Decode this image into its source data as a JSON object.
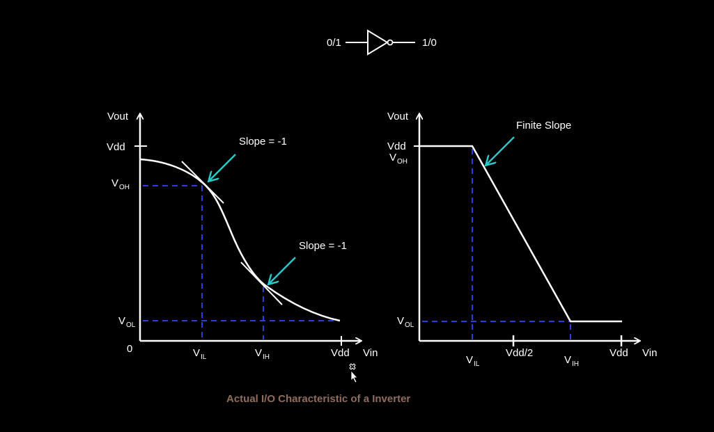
{
  "colors": {
    "background": "#000000",
    "foreground": "#ffffff",
    "dashed_guide": "#2b3fe0",
    "arrow_accent": "#2ec7c9",
    "caption": "#8e6d5c"
  },
  "inverter_symbol": {
    "input_label": "0/1",
    "output_label": "1/0"
  },
  "left_plot": {
    "y_axis_label": "Vout",
    "x_axis_label": "Vin",
    "y_tick_vdd": "Vdd",
    "y_tick_voh_main": "V",
    "y_tick_voh_sub": "OH",
    "y_tick_vol_main": "V",
    "y_tick_vol_sub": "OL",
    "origin_label": "0",
    "x_tick_vil_main": "V",
    "x_tick_vil_sub": "IL",
    "x_tick_vih_main": "V",
    "x_tick_vih_sub": "IH",
    "x_tick_vdd": "Vdd",
    "annotation_top": "Slope = -1",
    "annotation_bottom": "Slope = -1"
  },
  "right_plot": {
    "y_axis_label": "Vout",
    "x_axis_label": "Vin",
    "y_tick_vdd": "Vdd",
    "y_tick_voh_main": "V",
    "y_tick_voh_sub": "OH",
    "y_tick_vol_main": "V",
    "y_tick_vol_sub": "OL",
    "x_tick_vil_main": "V",
    "x_tick_vil_sub": "IL",
    "x_tick_vdd_half": "Vdd/2",
    "x_tick_vih_main": "V",
    "x_tick_vih_sub": "IH",
    "x_tick_vdd": "Vdd",
    "annotation": "Finite Slope"
  },
  "caption": "Actual I/O Characteristic of a Inverter"
}
